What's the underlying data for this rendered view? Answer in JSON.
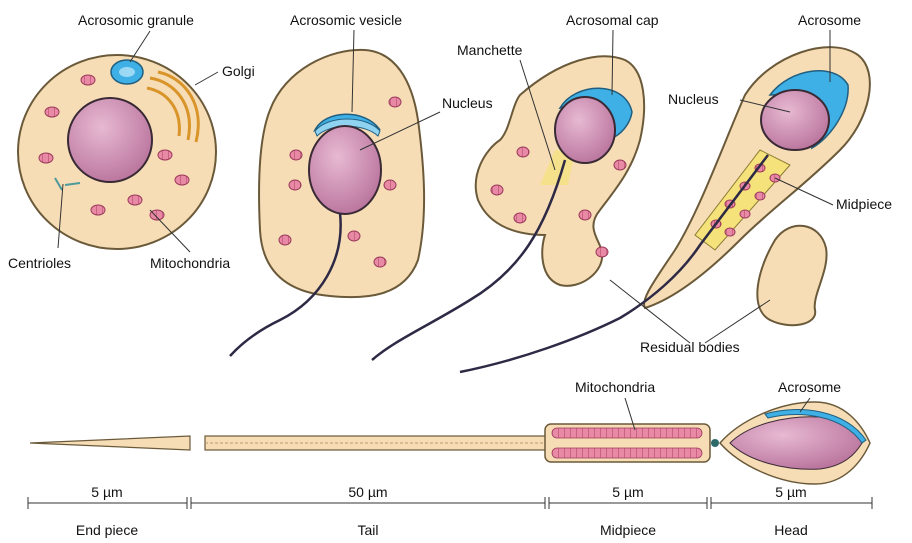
{
  "labels": {
    "acrosomic_granule": "Acrosomic granule",
    "golgi": "Golgi",
    "centrioles": "Centrioles",
    "mitochondria_cell1": "Mitochondria",
    "acrosomic_vesicle": "Acrosomic vesicle",
    "nucleus_cell2": "Nucleus",
    "manchette": "Manchette",
    "acrosomal_cap": "Acrosomal cap",
    "acrosome_cell4": "Acrosome",
    "nucleus_cell4": "Nucleus",
    "midpiece_cell4": "Midpiece",
    "residual_bodies": "Residual bodies",
    "mitochondria_sperm": "Mitochondria",
    "acrosome_sperm": "Acrosome"
  },
  "scale": [
    {
      "measure": "5 µm",
      "segment": "End piece"
    },
    {
      "measure": "50 µm",
      "segment": "Tail"
    },
    {
      "measure": "5 µm",
      "segment": "Midpiece"
    },
    {
      "measure": "5 µm",
      "segment": "Head"
    }
  ],
  "colors": {
    "cytoplasm": "#f6ddb6",
    "cytoplasm_edge": "#6b5a3a",
    "nucleus": "#c77fa7",
    "acrosome": "#3fb0e6",
    "golgi": "#e8a93a",
    "mitochondria": "#d96f8f",
    "tail": "#2e2a45"
  }
}
